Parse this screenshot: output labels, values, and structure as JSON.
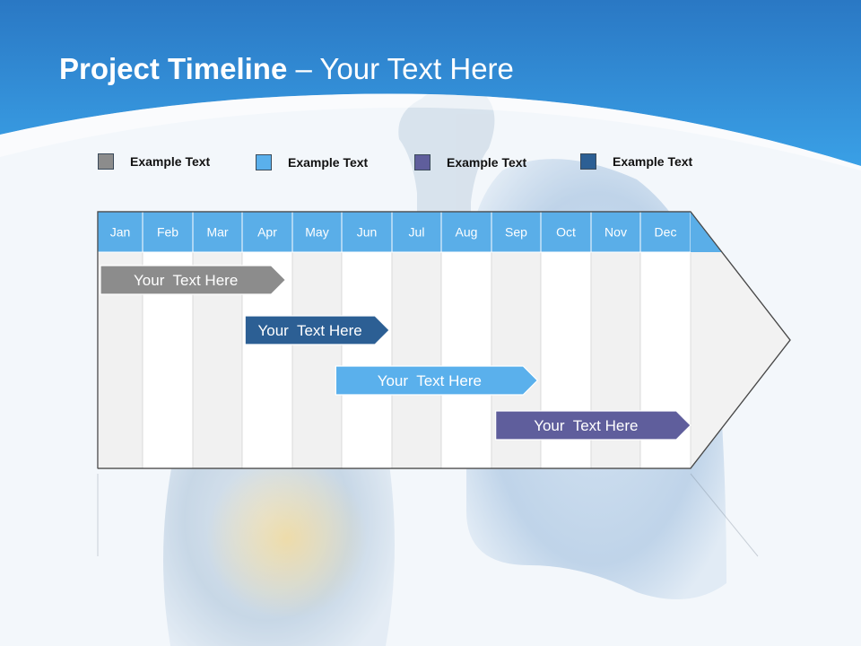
{
  "slide": {
    "title_bold": "Project Timeline",
    "title_rest": " – Your Text Here"
  },
  "colors": {
    "header_blue": "#2f8fd8",
    "month_header": "#5aaee8",
    "grid_gray": "#f1f1f1",
    "grid_white": "#ffffff",
    "gray": "#8c8c8c",
    "light_blue": "#5ab0ec",
    "purple": "#5f5e9c",
    "dark_blue": "#2c5f94"
  },
  "legend": [
    {
      "label": "Example Text",
      "color": "#8c8c8c"
    },
    {
      "label": "Example Text",
      "color": "#5ab0ec"
    },
    {
      "label": "Example Text",
      "color": "#5f5e9c"
    },
    {
      "label": "Example Text",
      "color": "#2c5f94"
    }
  ],
  "timeline": {
    "months": [
      "Jan",
      "Feb",
      "Mar",
      "Apr",
      "May",
      "Jun",
      "Jul",
      "Aug",
      "Sep",
      "Oct",
      "Nov",
      "Dec"
    ],
    "tasks": [
      {
        "label": "Your  Text Here",
        "start": 0,
        "end": 3.8,
        "color": "#8c8c8c"
      },
      {
        "label": "Your  Text Here",
        "start": 3.0,
        "end": 5.9,
        "color": "#2c5f94"
      },
      {
        "label": "Your  Text Here",
        "start": 5.0,
        "end": 8.9,
        "color": "#5ab0ec"
      },
      {
        "label": "Your  Text Here",
        "start": 8.0,
        "end": 12.0,
        "color": "#5f5e9c"
      }
    ]
  }
}
